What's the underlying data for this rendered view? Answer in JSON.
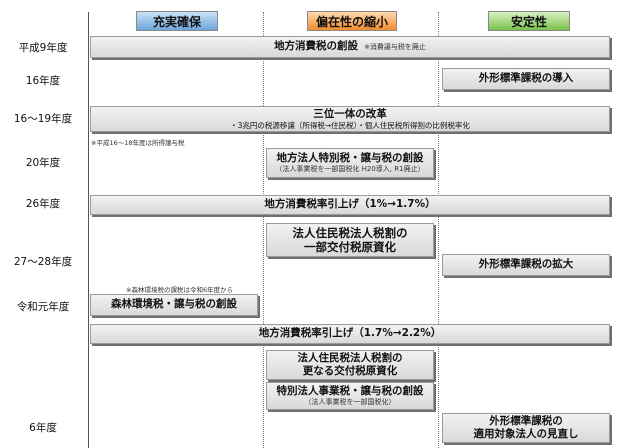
{
  "headers": {
    "col1": "充実確保",
    "col2": "偏在性の縮小",
    "col3": "安定性"
  },
  "years": {
    "h9": "平成9年度",
    "y16": "16年度",
    "y16_19": "16～19年度",
    "y20": "20年度",
    "y26": "26年度",
    "y27_28": "27～28年度",
    "r1": "令和元年度",
    "y6": "6年度"
  },
  "events": {
    "h9_title": "地方消費税の創設",
    "h9_note": "※消費譲与税を廃止",
    "y16_title": "外形標準課税の導入",
    "sanmi_title": "三位一体の改革",
    "sanmi_detail": "・3兆円の税源移譲（所得税→住民税）・個人住民税所得割の比例税率化",
    "sanmi_note": "※平成16～18年度は所得譲与税",
    "y20_title": "地方法人特別税・譲与税の創設",
    "y20_sub": "（法人事業税を一部国税化 H20導入, R1廃止）",
    "y26_title": "地方消費税率引上げ（1%→1.7%）",
    "y26_kofu_line1": "法人住民税法人税割の",
    "y26_kofu_line2": "一部交付税原資化",
    "y27_title": "外形標準課税の拡大",
    "forest_note": "※森林環境税の課税は令和6年度から",
    "forest_title": "森林環境税・譲与税の創設",
    "r1_title": "地方消費税率引上げ（1.7%→2.2%）",
    "r1_kofu_line1": "法人住民税法人税割の",
    "r1_kofu_line2": "更なる交付税原資化",
    "tokubetsu_title": "特別法人事業税・譲与税の創設",
    "tokubetsu_sub": "（法人事業税を一部国税化）",
    "y6_line1": "外形標準課税の",
    "y6_line2": "適用対象法人の見直し"
  }
}
